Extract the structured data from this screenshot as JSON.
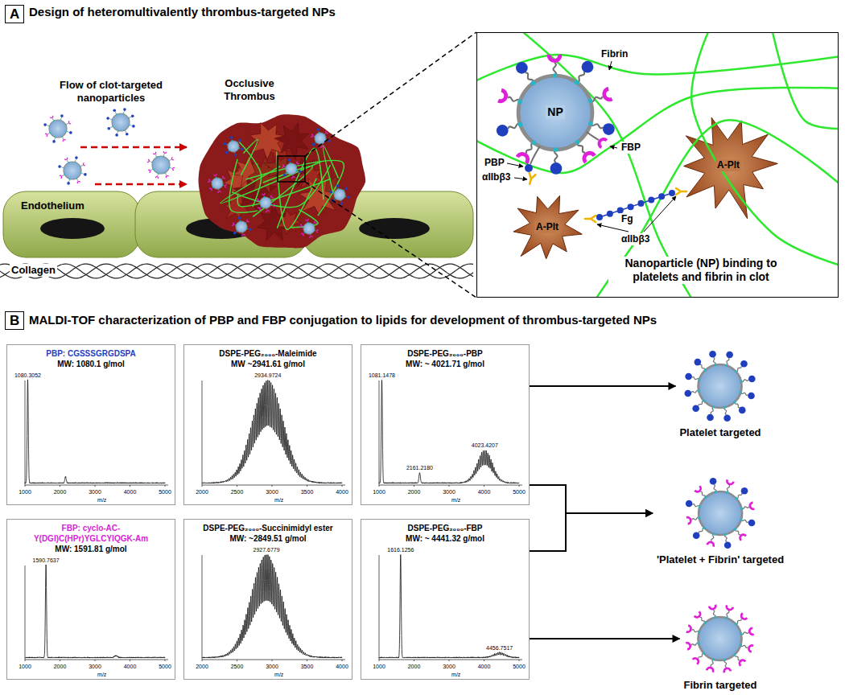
{
  "diagram": {
    "nodes": [
      {
        "text": [
          "A"
        ]
      },
      {
        "text": [
          "Nanoparticle (NP) binding to platelets and fibrin in clot"
        ]
      },
      {
        "text": [
          "B"
        ]
      },
      {
        "text": [
          "PBP: CGSSSGRGDSPA",
          "MW: 1080.1 g/mol"
        ]
      },
      {
        "text": [
          "DSPE-PEG₂₀₀₀-Maleimide",
          "MW ~2941.61 g/mol"
        ]
      },
      {
        "text": [
          "DSPE-PEG₂₀₀₀-PBP",
          "MW: ~ 4021.71 g/mol"
        ]
      },
      {
        "text": [
          "Platelet targeted"
        ]
      },
      {
        "text": [
          "'Platelet + Fibrin' targeted"
        ]
      },
      {
        "text": [
          "FBP: cyclo-AC-Y(DGI)C(HPr)YGLCYIQGK-Am",
          "MW: 1591.81 g/mol"
        ]
      },
      {
        "text": [
          "DSPE-PEG₂₀₀₀-Succinimidyl ester",
          "MW: ~2849.51 g/mol"
        ]
      },
      {
        "text": [
          "DSPE-PEG₂₀₀₀-FBP",
          "MW: ~ 4441.32 g/mol"
        ]
      },
      {
        "text": [
          "Fibrin targeted"
        ]
      }
    ],
    "edges": [
      {
        "from": 5,
        "to": 6,
        "arrow": "to"
      },
      {
        "from": 5,
        "to": 7,
        "arrow": "to"
      },
      {
        "from": 10,
        "to": 7,
        "arrow": "to"
      },
      {
        "from": 10,
        "to": 11,
        "arrow": "to"
      }
    ],
    "labels": [
      "Design of heteromultivalently thrombus-targeted NPs",
      "Flow of clot-targeted nanoparticles",
      "Occlusive Thrombus",
      "Endothelium",
      "Collagen",
      "NP",
      "Fibrin",
      "PBP",
      "αIIbβ3",
      "FBP",
      "Fg",
      "αIIbβ3",
      "A-Plt",
      "A-Plt",
      "MALDI-TOF characterization of PBP and FBP conjugation to lipids for development of thrombus-targeted NPs",
      "1080.3052",
      "1000",
      "2000",
      "3000",
      "4000",
      "5000",
      "m/z",
      "2934.9724",
      "2000",
      "2500",
      "3000",
      "3500",
      "4000",
      "m/z",
      "1081.1478",
      "2161.2180",
      "4023.4207",
      "1000",
      "2000",
      "3000",
      "4000",
      "5000",
      "m/z",
      "1590.7637",
      "1000",
      "2000",
      "3000",
      "4000",
      "5000",
      "m/z",
      "2927.6779",
      "2000",
      "2500",
      "3000",
      "3500",
      "4000",
      "m/z",
      "1616.1256",
      "4456.7517",
      "1000",
      "2000",
      "3000",
      "4000",
      "5000",
      "m/z"
    ]
  }
}
